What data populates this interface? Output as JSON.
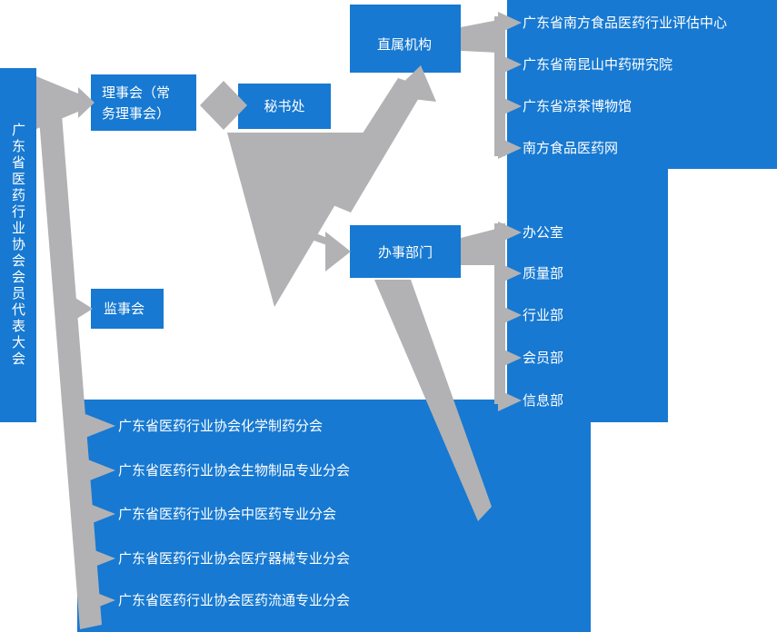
{
  "colors": {
    "panel_blue": "#1779D1",
    "arrow_gray": "#B2B2B4",
    "label_white": "#FFFFFF"
  },
  "org_chart": {
    "root": {
      "label": "广东省医药行业协会会员代表大会"
    },
    "council": {
      "label": "理事会（常务理事会）"
    },
    "secretariat": {
      "label": "秘书处"
    },
    "supervisory_board": {
      "label": "监事会"
    },
    "direct_institutions": {
      "label": "直属机构",
      "items": [
        "广东省南方食品医药行业评估中心",
        "广东省南昆山中药研究院",
        "广东省凉茶博物馆",
        "南方食品医药网"
      ]
    },
    "admin_departments": {
      "label": "办事部门",
      "items": [
        "办公室",
        "质量部",
        "行业部",
        "会员部",
        "信息部"
      ]
    },
    "branch_associations": {
      "items": [
        "广东省医药行业协会化学制药分会",
        "广东省医药行业协会生物制品专业分会",
        "广东省医药行业协会中医药专业分会",
        "广东省医药行业协会医疗器械专业分会",
        "广东省医药行业协会医药流通专业分会"
      ]
    }
  }
}
